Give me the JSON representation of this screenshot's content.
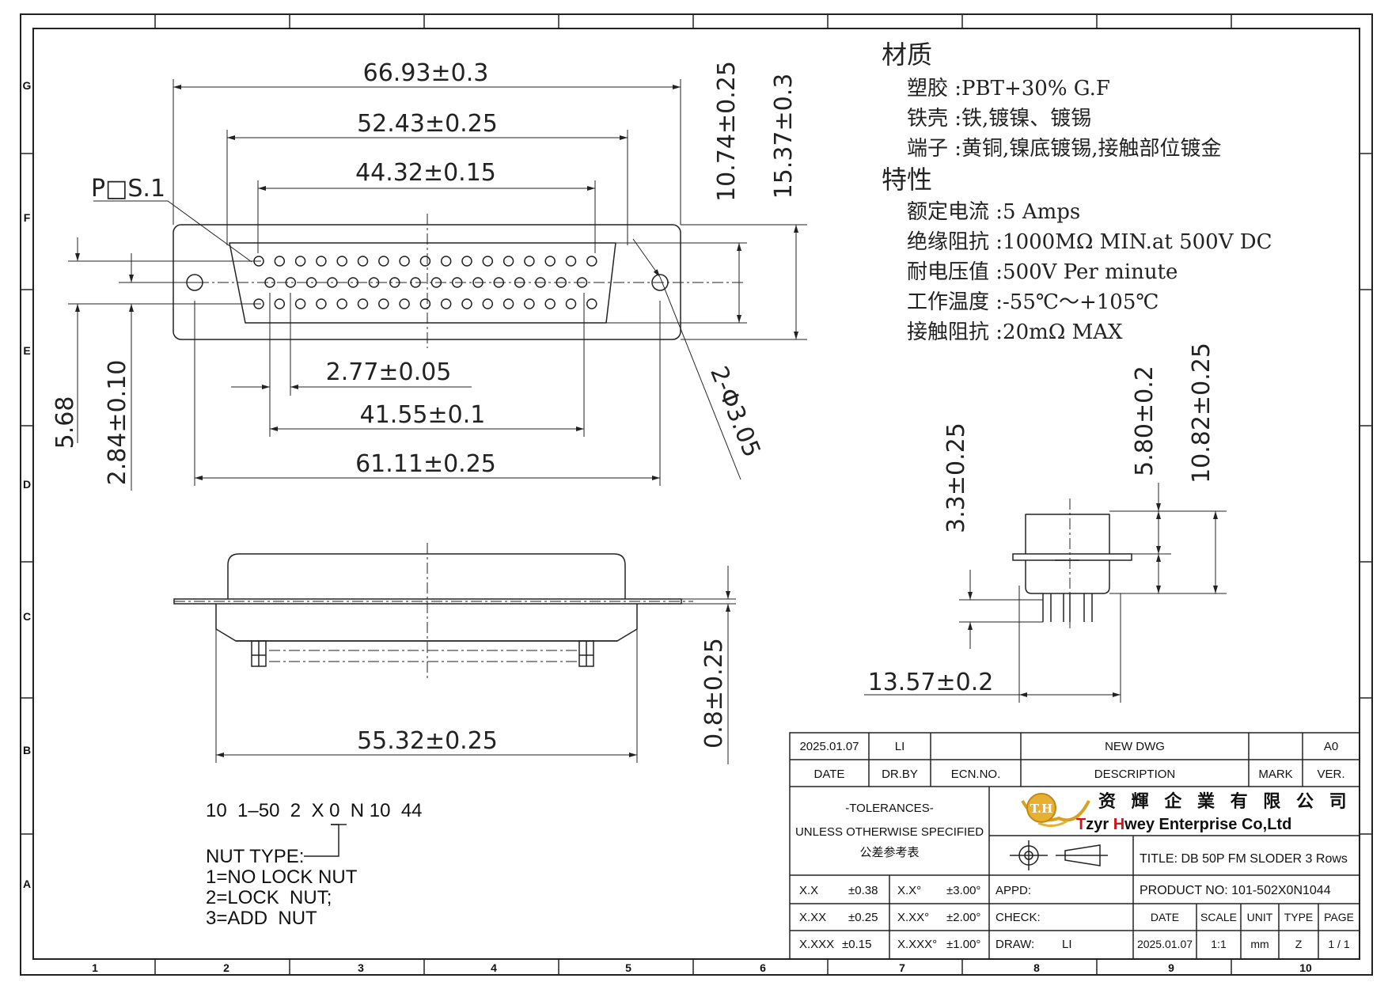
{
  "dimensions": {
    "top_66": "66.93±0.3",
    "top_52": "52.43±0.25",
    "top_44": "44.32±0.15",
    "pos1": "P□S.1",
    "v_1074": "10.74±0.25",
    "v_1537": "15.37±0.3",
    "pitch": "2.77±0.05",
    "row_4155": "41.55±0.1",
    "width_6111": "61.11±0.25",
    "v_568": "5.68",
    "v_284": "2.84±0.10",
    "hole": "2-Φ3.05",
    "bottom_5532": "55.32±0.25",
    "v_08": "0.8±0.25",
    "side_33": "3.3±0.25",
    "side_580": "5.80±0.2",
    "side_1082": "10.82±0.25",
    "side_1357": "13.57±0.2"
  },
  "materials": {
    "heading": "材质",
    "lines": [
      "塑胶 :PBT+30% G.F",
      "铁壳 :铁,镀镍、镀锡",
      "端子 :黄铜,镍底镀锡,接触部位镀金"
    ]
  },
  "specs": {
    "heading": "特性",
    "lines": [
      "额定电流 :5 Amps",
      "绝缘阻抗 :1000MΩ  MIN.at  500V DC",
      "耐电压值 :500V Per minute",
      "工作温度 :-55℃～+105℃",
      "接触阻抗 :20mΩ  MAX"
    ]
  },
  "part_code": {
    "code": "10  1–50  2  X 0  N 10  44",
    "nut_label": "NUT TYPE:",
    "options": [
      "1=NO LOCK NUT",
      "2=LOCK  NUT;",
      "3=ADD  NUT"
    ]
  },
  "zones": {
    "cols": [
      "1",
      "2",
      "3",
      "4",
      "5",
      "6",
      "7",
      "8",
      "9",
      "10"
    ],
    "rows": [
      "G",
      "F",
      "E",
      "D",
      "C",
      "B",
      "A"
    ]
  },
  "title_block": {
    "rev_date": "2025.01.07",
    "rev_by": "LI",
    "rev_desc": "NEW DWG",
    "rev_ver": "A0",
    "h_date": "DATE",
    "h_drby": "DR.BY",
    "h_ecn": "ECN.NO.",
    "h_desc": "DESCRIPTION",
    "h_mark": "MARK",
    "h_ver": "VER.",
    "tolerances": "-TOLERANCES-",
    "unless": "UNLESS OTHERWISE SPECIFIED",
    "ref": "公差参考表",
    "logo_text": "T.H",
    "company_cn": "资 輝 企 業 有 限 公 司",
    "company_en_1": "T",
    "company_en_2": "zyr ",
    "company_en_3": "H",
    "company_en_4": "wey Enterprise Co,Ltd",
    "title": "TITLE:  DB 50P FM SLODER 3 Rows",
    "product_no": "PRODUCT NO: 101-502X0N1044",
    "tol": [
      {
        "a": "X.X",
        "b": "±0.38",
        "c": "X.X°",
        "d": "±3.00°"
      },
      {
        "a": "X.XX",
        "b": "±0.25",
        "c": "X.XX°",
        "d": "±2.00°"
      },
      {
        "a": "X.XXX",
        "b": "±0.15",
        "c": "X.XXX°",
        "d": "±1.00°"
      }
    ],
    "appd": "APPD:",
    "check": "CHECK:",
    "draw": "DRAW:",
    "draw_by": "LI",
    "h2_date": "DATE",
    "h2_scale": "SCALE",
    "h2_unit": "UNIT",
    "h2_type": "TYPE",
    "h2_page": "PAGE",
    "v_date": "2025.01.07",
    "v_scale": "1:1",
    "v_unit": "mm",
    "v_type": "Z",
    "v_page": "1 / 1"
  }
}
